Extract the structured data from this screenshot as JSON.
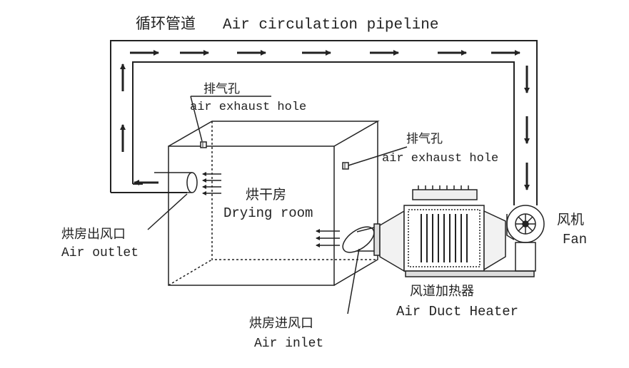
{
  "title": {
    "zh": "循环管道",
    "en": "Air circulation pipeline"
  },
  "labels": {
    "exhaust_hole_1": {
      "zh": "排气孔",
      "en": "air exhaust hole"
    },
    "exhaust_hole_2": {
      "zh": "排气孔",
      "en": "air exhaust hole"
    },
    "drying_room": {
      "zh": "烘干房",
      "en": "Drying room"
    },
    "air_outlet": {
      "zh": "烘房出风口",
      "en": "Air outlet"
    },
    "air_inlet": {
      "zh": "烘房进风口",
      "en": "Air inlet"
    },
    "fan": {
      "zh": "风机",
      "en": "Fan"
    },
    "heater": {
      "zh": "风道加热器",
      "en": "Air Duct Heater"
    }
  },
  "colors": {
    "stroke": "#222222",
    "background": "#ffffff"
  }
}
